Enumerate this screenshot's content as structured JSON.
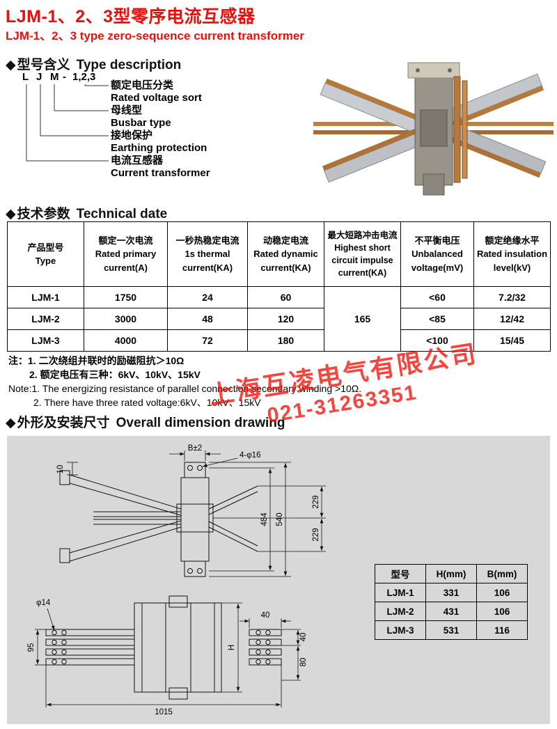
{
  "header": {
    "title": "LJM-1、2、3型零序电流互感器",
    "subtitle": "LJM-1、2、3  type zero-sequence current  transformer"
  },
  "type_section": {
    "diamond": "◆",
    "heading_cn": "型号含义",
    "heading_en": "Type description",
    "code": {
      "l": "L",
      "j": "J",
      "m": "M",
      "dash": "-",
      "num": "1,2,3"
    },
    "labels": [
      {
        "cn": "额定电压分类",
        "en": "Rated voltage sort"
      },
      {
        "cn": "母线型",
        "en": "Busbar type"
      },
      {
        "cn": "接地保护",
        "en": "Earthing protection"
      },
      {
        "cn": "电流互感器",
        "en": "Current transformer"
      }
    ]
  },
  "tech_section": {
    "diamond": "◆",
    "heading_cn": "技术参数",
    "heading_en": "Technical date",
    "table": {
      "headers": [
        "产品型号\nType",
        "额定一次电流\nRated primary\ncurrent(A)",
        "一秒热稳定电流\n1s thermal\ncurrent(KA)",
        "动稳定电流\nRated dynamic\ncurrent(KA)",
        "最大短路冲击电流\nHighest short\ncircuit impulse\ncurrent(KA)",
        "不平衡电压\nUnbalanced\nvoltage(mV)",
        "额定绝缘水平\nRated insulation\nlevel(kV)"
      ],
      "impulse_merged": "165",
      "rows": [
        {
          "type": "LJM-1",
          "primary": "1750",
          "thermal": "24",
          "dynamic": "60",
          "unbalanced": "<60",
          "insulation": "7.2/32"
        },
        {
          "type": "LJM-2",
          "primary": "3000",
          "thermal": "48",
          "dynamic": "120",
          "unbalanced": "<85",
          "insulation": "12/42"
        },
        {
          "type": "LJM-3",
          "primary": "4000",
          "thermal": "72",
          "dynamic": "180",
          "unbalanced": "<100",
          "insulation": "15/45"
        }
      ]
    },
    "notes": [
      "注：1. 二次绕组并联时的励磁阻抗＞10Ω",
      "2. 额定电压有三种：6kV、10kV、15kV",
      "Note:1. The energizing resistance of parallel connection secondary winding >10Ω.",
      "2. There have three rated voltage:6kV、10kV、15kV"
    ]
  },
  "watermark": {
    "company": "上海互凌电气有限公司",
    "phone": "021-31263351",
    "color": "#f2160e"
  },
  "dimension_section": {
    "diamond": "◆",
    "heading_cn": "外形及安装尺寸",
    "heading_en": "Overall dimension drawing",
    "top_drawing": {
      "dims": {
        "b": "B±2",
        "holes": "4-φ16",
        "ten": "10",
        "d484": "484",
        "d540": "540",
        "d229_top": "229",
        "d229_bottom": "229"
      }
    },
    "bottom_drawing": {
      "dims": {
        "phi14": "φ14",
        "d95": "95",
        "h": "H",
        "d40a": "40",
        "d40b": "40",
        "d80": "80",
        "d1015": "1015"
      }
    },
    "size_table": {
      "headers": [
        "型号",
        "H(mm)",
        "B(mm)"
      ],
      "rows": [
        [
          "LJM-1",
          "331",
          "106"
        ],
        [
          "LJM-2",
          "431",
          "106"
        ],
        [
          "LJM-3",
          "531",
          "116"
        ]
      ]
    }
  }
}
